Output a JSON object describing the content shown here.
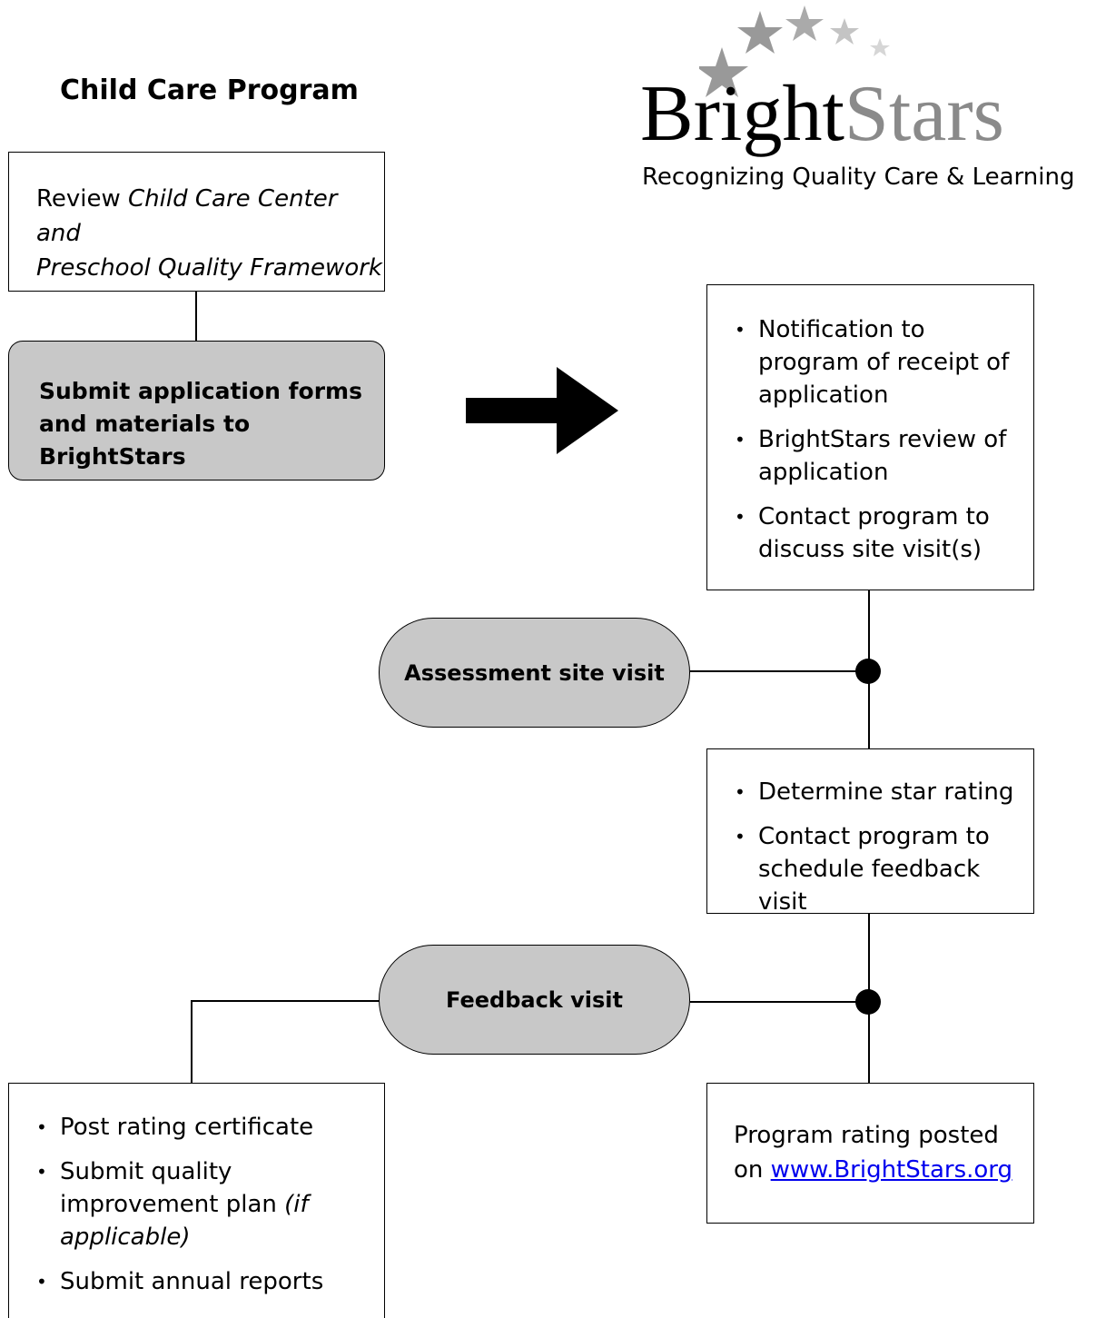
{
  "program_heading": "Child Care Program",
  "logo": {
    "name_bright": "Bright",
    "name_stars": "Stars",
    "tagline": "Recognizing Quality Care & Learning",
    "colors": {
      "bright": "#000000",
      "stars": "#8a8a8a",
      "star_dark": "#999999",
      "star_light": "#c4c4c4"
    }
  },
  "review_box": {
    "prefix": "Review ",
    "doc_title_line1": "Child Care Center and",
    "doc_title_line2": "Preschool Quality Framework"
  },
  "submit_box": {
    "line1": "Submit application forms",
    "line2": "and materials to BrightStars"
  },
  "brightstars_steps_box": {
    "items": [
      "Notification to program of receipt of application",
      "BrightStars review of application",
      "Contact program to discuss site visit(s)"
    ]
  },
  "assessment_pill": {
    "label": "Assessment site visit"
  },
  "rating_box": {
    "items": [
      "Determine star rating",
      "Contact program to schedule feedback visit"
    ]
  },
  "feedback_pill": {
    "label": "Feedback visit"
  },
  "post_rating_box": {
    "item1": "Post rating certificate",
    "item2_text": "Submit quality improvement plan ",
    "item2_note": "(if applicable)",
    "item3": "Submit annual reports"
  },
  "posted_box": {
    "line1": "Program rating posted",
    "prefix": "on ",
    "link_text": "www.BrightStars.org"
  },
  "colors": {
    "pill_fill": "#c8c8c8",
    "link": "#0000ee"
  }
}
